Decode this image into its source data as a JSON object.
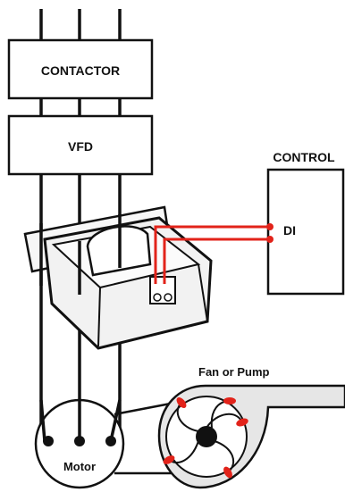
{
  "labels": {
    "contactor": "CONTACTOR",
    "vfd": "VFD",
    "control": "CONTROL",
    "di": "DI",
    "fan_or_pump": "Fan or Pump",
    "motor": "Motor"
  },
  "colors": {
    "line": "#111111",
    "signal_wire": "#e2231a",
    "box_fill": "#ffffff",
    "sensor_body": "#f2f2f2",
    "fan_housing": "#e6e6e6",
    "blade": "#e2231a"
  }
}
